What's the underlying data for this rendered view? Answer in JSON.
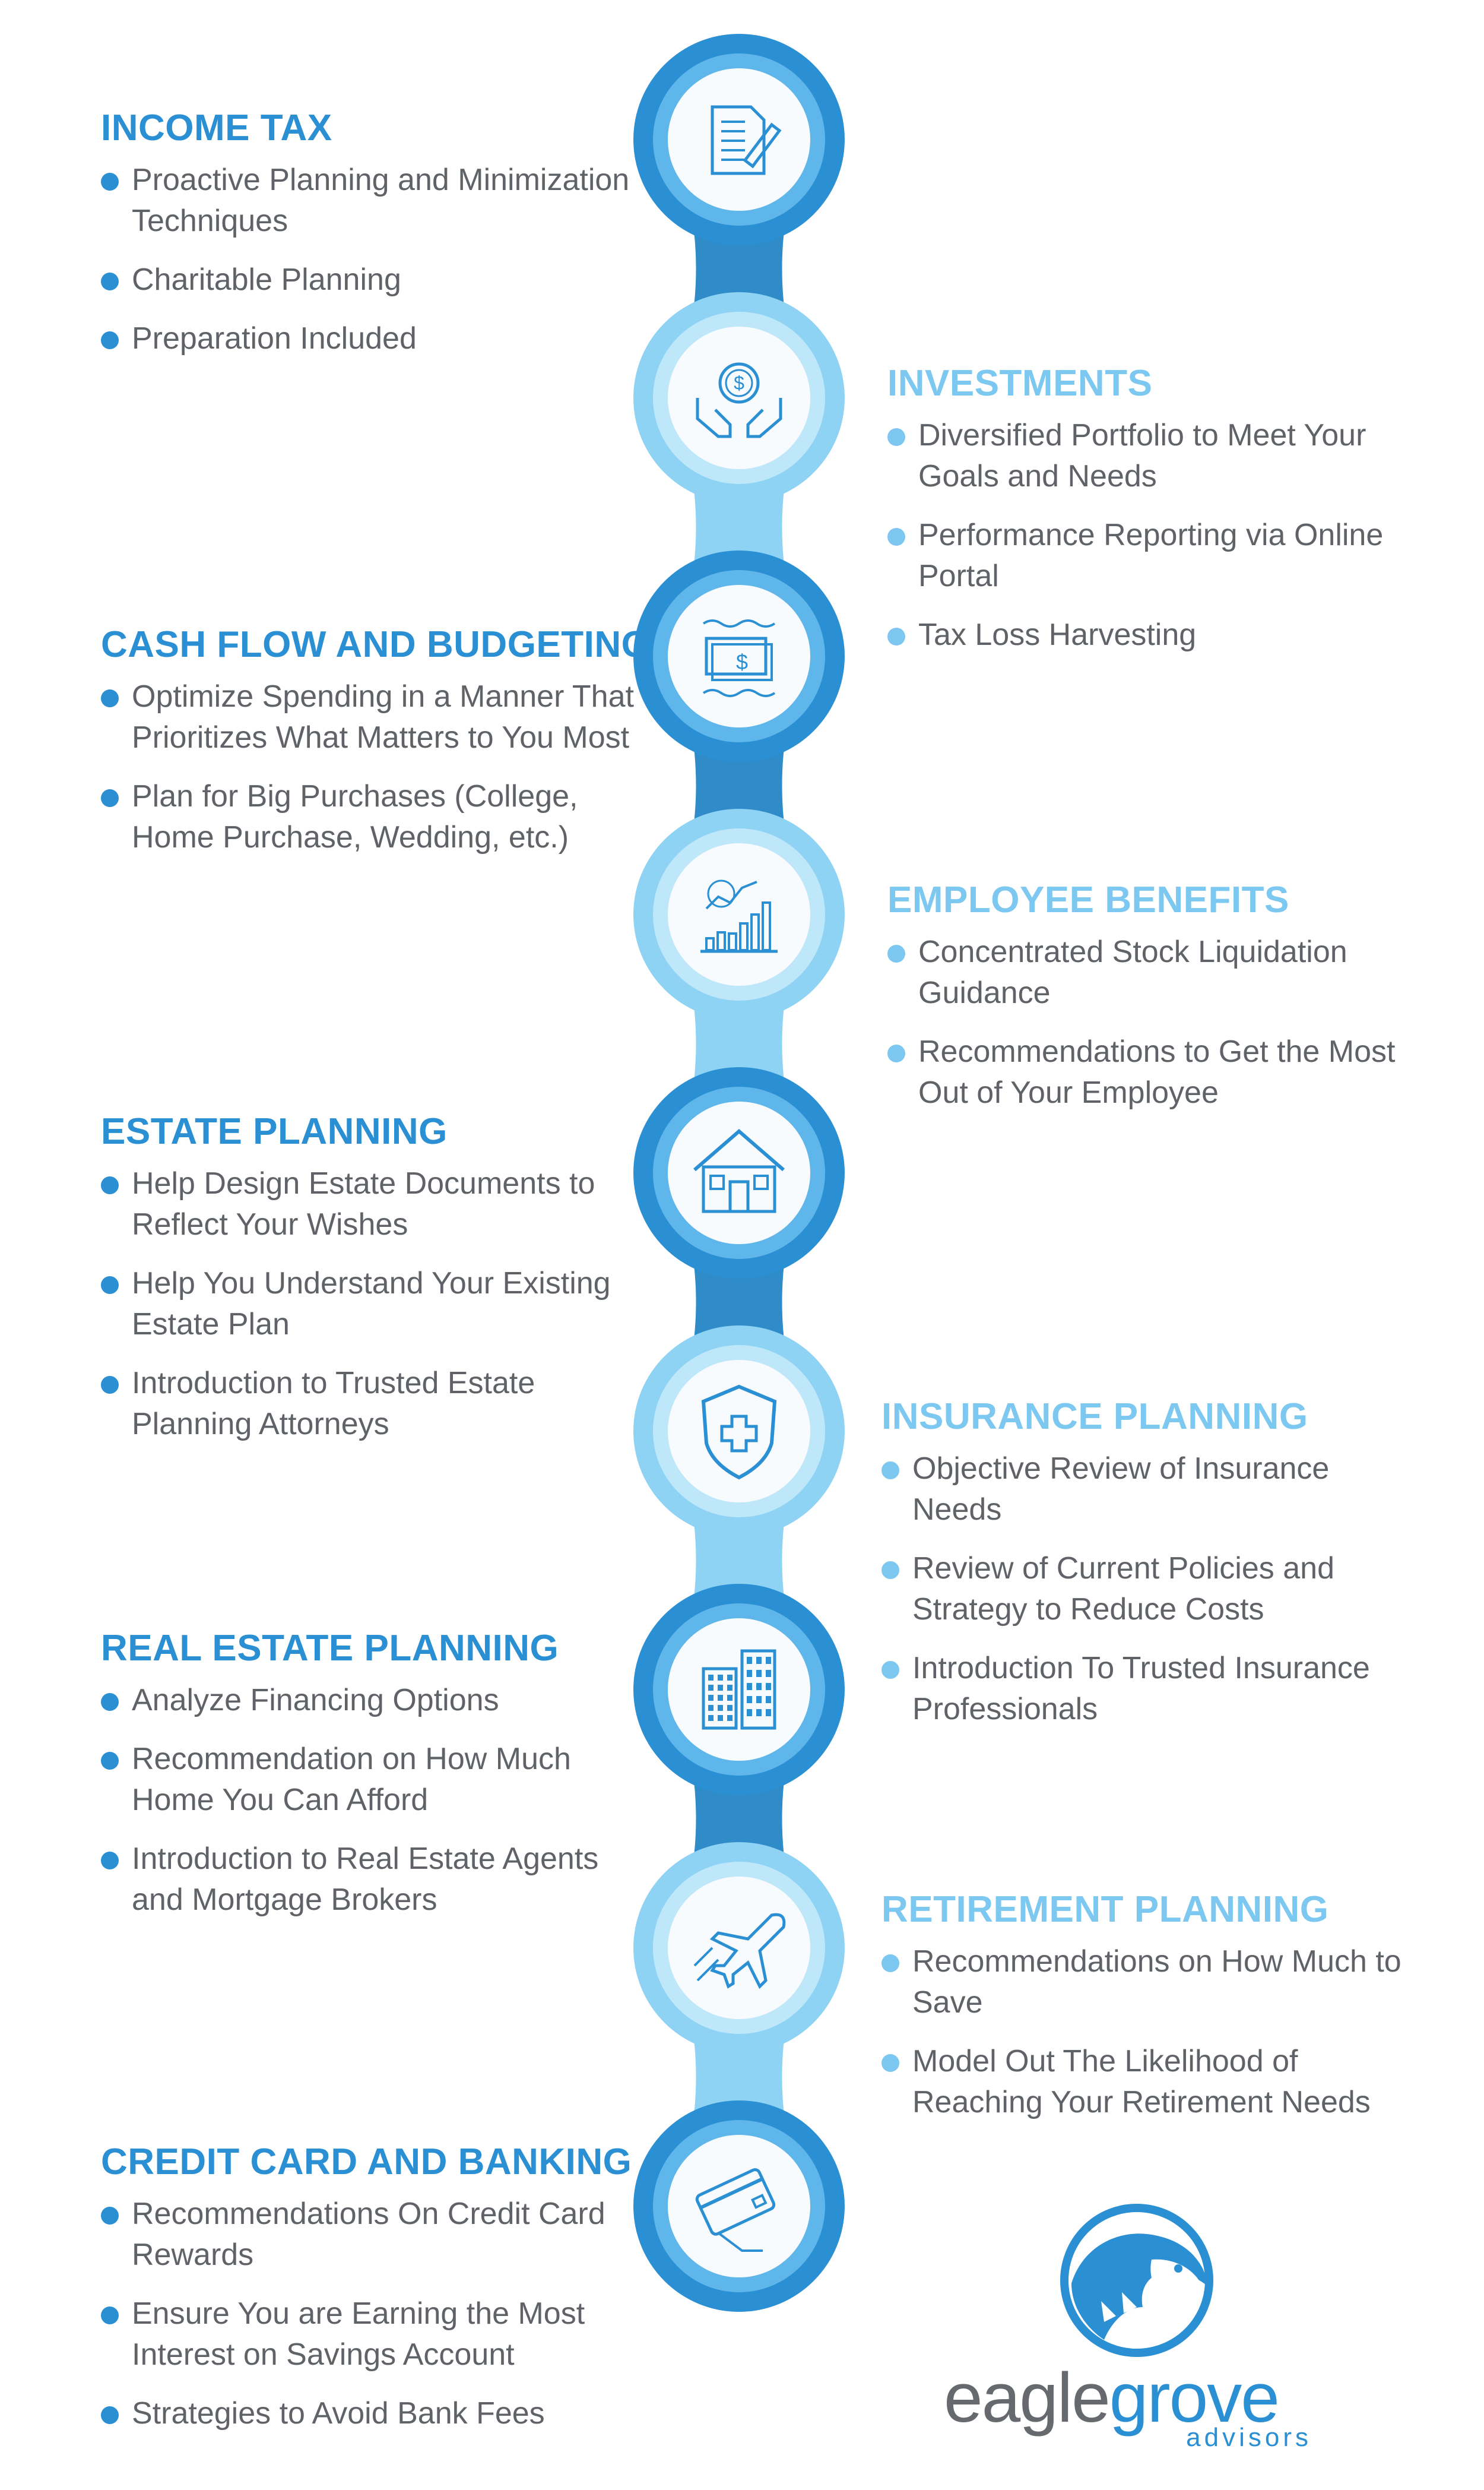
{
  "colors": {
    "dark_blue": "#2a8fd3",
    "light_blue": "#7cc8f0",
    "gray_text": "#5f6266",
    "logo_gray": "#666a6e"
  },
  "sections": [
    {
      "title": "INCOME TAX",
      "icon": "document-pen-icon",
      "bullets": [
        "Proactive Planning and Minimization Techniques",
        "Charitable Planning",
        "Preparation Included"
      ]
    },
    {
      "title": "INVESTMENTS",
      "icon": "hands-coin-icon",
      "bullets": [
        "Diversified Portfolio to Meet Your Goals and Needs",
        "Performance Reporting via Online Portal",
        "Tax Loss Harvesting"
      ]
    },
    {
      "title": "CASH FLOW AND BUDGETING",
      "icon": "cash-flow-icon",
      "bullets": [
        "Optimize Spending in a Manner That Prioritizes What Matters to You Most",
        "Plan for Big Purchases (College, Home Purchase, Wedding, etc.)"
      ]
    },
    {
      "title": "EMPLOYEE BENEFITS",
      "icon": "growth-chart-icon",
      "bullets": [
        "Concentrated Stock Liquidation Guidance",
        "Recommendations to Get the Most Out of Your Employee"
      ]
    },
    {
      "title": "ESTATE PLANNING",
      "icon": "house-icon",
      "bullets": [
        "Help Design Estate Documents to Reflect Your Wishes",
        "Help You Understand Your Existing Estate Plan",
        "Introduction to Trusted Estate Planning Attorneys"
      ]
    },
    {
      "title": "INSURANCE PLANNING",
      "icon": "shield-cross-icon",
      "bullets": [
        "Objective Review of Insurance Needs",
        "Review of Current Policies and Strategy to Reduce Costs",
        "Introduction To Trusted Insurance Professionals"
      ]
    },
    {
      "title": "REAL ESTATE PLANNING",
      "icon": "buildings-icon",
      "bullets": [
        "Analyze Financing Options",
        "Recommendation on How Much Home You Can Afford",
        "Introduction to Real Estate Agents and Mortgage Brokers"
      ]
    },
    {
      "title": "RETIREMENT PLANNING",
      "icon": "airplane-icon",
      "bullets": [
        "Recommendations on How Much to Save",
        "Model Out The Likelihood of Reaching Your Retirement Needs"
      ]
    },
    {
      "title": "CREDIT CARD AND BANKING",
      "icon": "credit-card-icon",
      "bullets": [
        "Recommendations On Credit Card Rewards",
        "Ensure You are Earning the Most Interest on Savings Account",
        "Strategies to Avoid Bank Fees"
      ]
    }
  ],
  "logo": {
    "icon": "eagle-head-icon",
    "word_eagle": "eagle",
    "word_grove": "grove",
    "sub": "advisors"
  }
}
